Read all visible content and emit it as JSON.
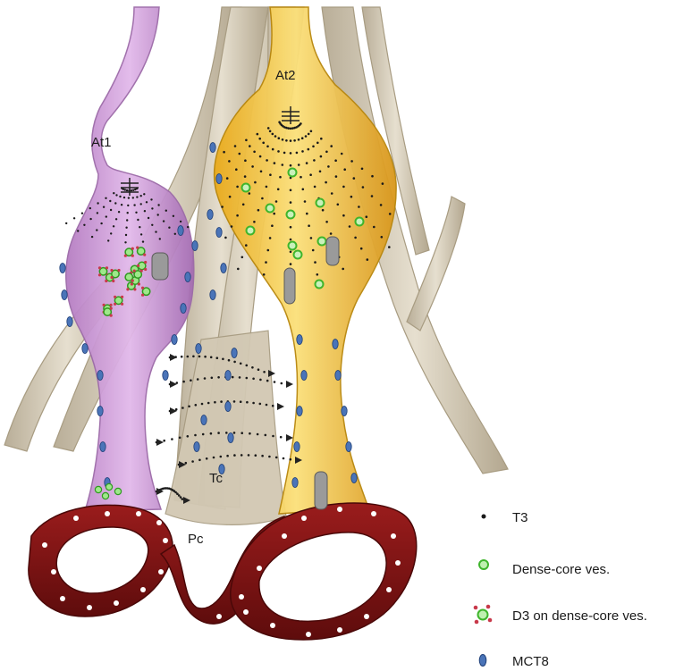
{
  "labels": {
    "at1": "At1",
    "at2": "At2",
    "tc": "Tc",
    "pc": "Pc"
  },
  "legend": [
    {
      "key": "t3",
      "label": "T3",
      "icon": "black-dot-icon"
    },
    {
      "key": "dense_core",
      "label": "Dense-core ves.",
      "icon": "green-ring-icon"
    },
    {
      "key": "d3",
      "label": "D3 on dense-core ves.",
      "icon": "green-ring-with-red-dots-icon"
    },
    {
      "key": "mct8",
      "label": "MCT8",
      "icon": "blue-oval-icon"
    }
  ],
  "colors": {
    "at1_fill": "#cf9bd9",
    "at1_stroke": "#9c6aa8",
    "at2_fill": "#f2c23a",
    "at2_stroke": "#b8860b",
    "tanycyte_fill": "#d8cfbd",
    "tanycyte_stroke": "#a89c82",
    "capillary_fill": "#7c1212",
    "capillary_stroke": "#4a0808",
    "mct8": "#4a74b8",
    "dense_core": "#5fd24a",
    "d3": "#c8394a",
    "t3": "#1a1a1a"
  }
}
